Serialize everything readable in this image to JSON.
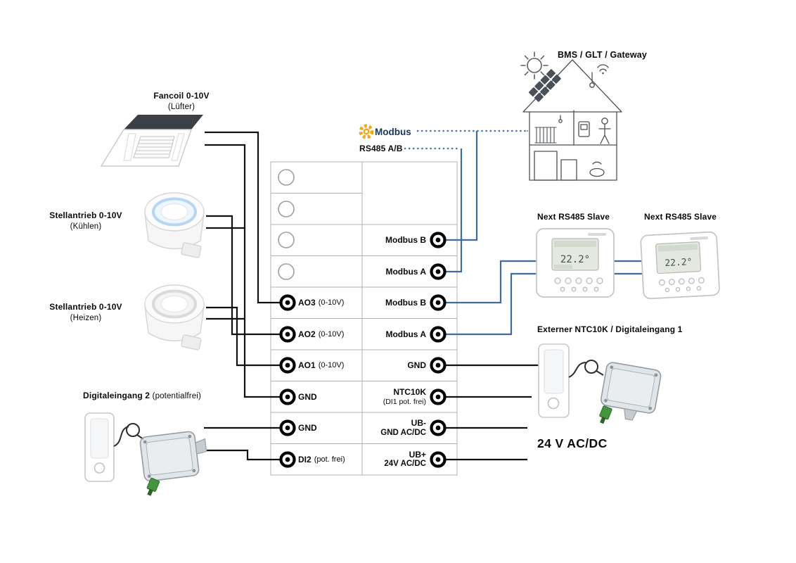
{
  "labels": {
    "fancoil_line1": "Fancoil 0-10V",
    "fancoil_line2": "(Lüfter)",
    "cool_line1": "Stellantrieb 0-10V",
    "cool_line2": "(Kühlen)",
    "heat_line1": "Stellantrieb 0-10V",
    "heat_line2": "(Heizen)",
    "di2_bold": "Digitaleingang 2",
    "di2_normal": "(potentialfrei)",
    "bms": "BMS / GLT / Gateway",
    "modbus_logo": "Modbus",
    "rs485": "RS485 A/B",
    "slave1": "Next RS485 Slave",
    "slave2": "Next RS485 Slave",
    "ntc_di1": "Externer NTC10K / Digitaleingang 1",
    "power": "24 V AC/DC"
  },
  "terminal_block": {
    "left_rows": [
      {
        "name": "AO3",
        "suffix": "(0-10V)"
      },
      {
        "name": "AO2",
        "suffix": "(0-10V)"
      },
      {
        "name": "AO1",
        "suffix": "(0-10V)"
      },
      {
        "name": "GND",
        "suffix": ""
      },
      {
        "name": "GND",
        "suffix": ""
      },
      {
        "name": "DI2",
        "suffix": "(pot. frei)"
      }
    ],
    "right_rows": [
      {
        "line1": "Modbus B",
        "line2": ""
      },
      {
        "line1": "Modbus A",
        "line2": ""
      },
      {
        "line1": "Modbus B",
        "line2": ""
      },
      {
        "line1": "Modbus A",
        "line2": ""
      },
      {
        "line1": "GND",
        "line2": ""
      },
      {
        "line1": "NTC10K",
        "line2": "(DI1 pot. frei)"
      },
      {
        "line1": "UB-",
        "line2": "GND AC/DC"
      },
      {
        "line1": "UB+",
        "line2": "24V AC/DC"
      }
    ]
  },
  "slaves": {
    "screen_value": "22.2°"
  },
  "colors": {
    "wire_black": "#111111",
    "modbus_blue": "#3f6b9d",
    "modbus_dotted_blue": "#4a77a8",
    "modbus_yellow": "#f2a71b",
    "table_border": "#b0b3b6",
    "house_line": "#4c5156"
  }
}
